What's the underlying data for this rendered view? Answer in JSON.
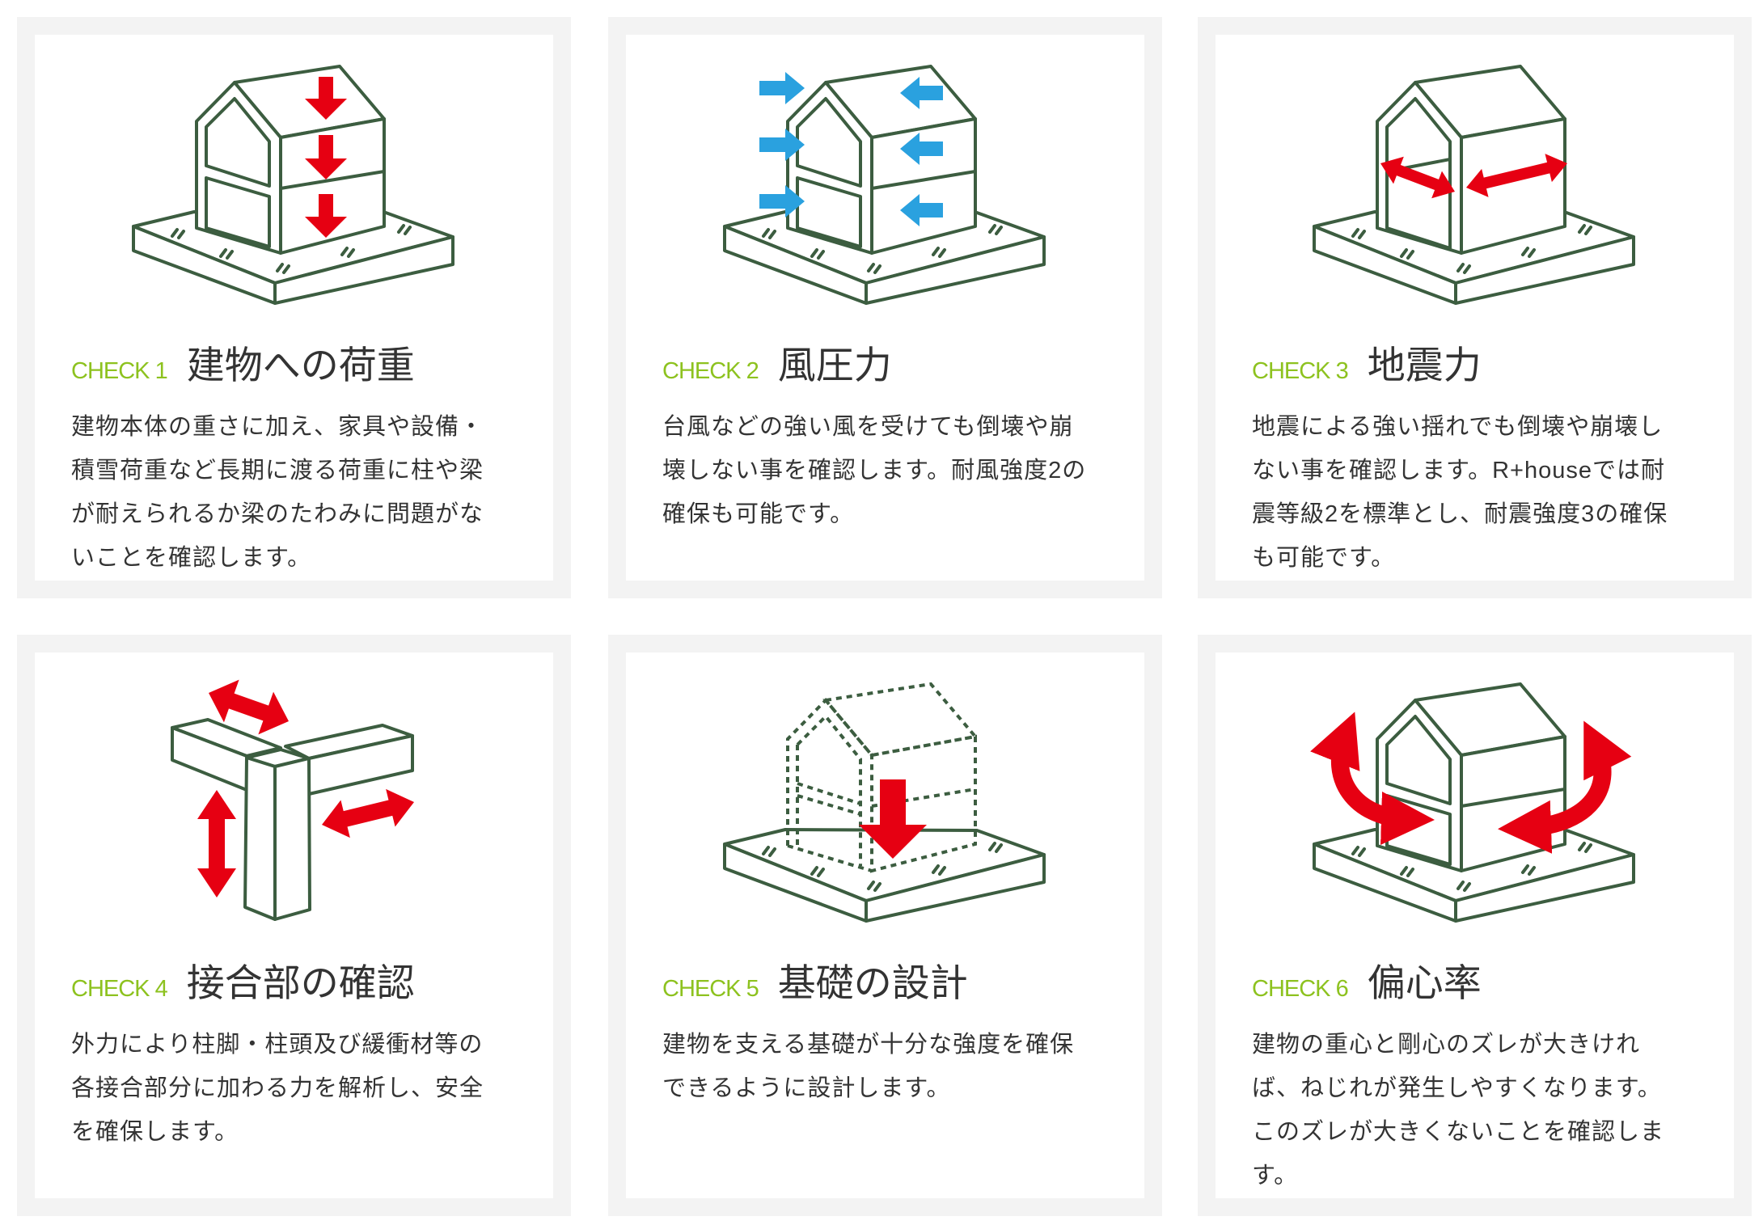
{
  "colors": {
    "accent_green": "#8dc21f",
    "text": "#333333",
    "card_border": "#f3f3f3",
    "line_green": "#3c5d40",
    "arrow_red": "#e60012",
    "arrow_blue": "#2aa1df"
  },
  "cards": [
    {
      "check": "CHECK 1",
      "title": "建物への荷重",
      "icon": "house-vertical-load-illustration",
      "body": [
        "建物本体の重さに加え、家具や設備・",
        "積雪荷重など長期に渡る荷重に柱や梁",
        "が耐えられるか梁のたわみに問題がな",
        "いことを確認します。"
      ]
    },
    {
      "check": "CHECK 2",
      "title": "風圧力",
      "icon": "house-wind-pressure-illustration",
      "body": [
        "台風などの強い風を受けても倒壊や崩",
        "壊しない事を確認します。耐風強度2の",
        "確保も可能です。"
      ]
    },
    {
      "check": "CHECK 3",
      "title": "地震力",
      "icon": "house-seismic-force-illustration",
      "body": [
        "地震による強い揺れでも倒壊や崩壊し",
        "ない事を確認します。R+houseでは耐",
        "震等級2を標準とし、耐震強度3の確保",
        "も可能です。"
      ]
    },
    {
      "check": "CHECK 4",
      "title": "接合部の確認",
      "icon": "beam-joint-illustration",
      "body": [
        "外力により柱脚・柱頭及び緩衝材等の",
        "各接合部分に加わる力を解析し、安全",
        "を確保します。"
      ]
    },
    {
      "check": "CHECK 5",
      "title": "基礎の設計",
      "icon": "foundation-design-illustration",
      "body": [
        "建物を支える基礎が十分な強度を確保",
        "できるように設計します。"
      ]
    },
    {
      "check": "CHECK 6",
      "title": "偏心率",
      "icon": "house-eccentricity-illustration",
      "body": [
        "建物の重心と剛心のズレが大きけれ",
        "ば、ねじれが発生しやすくなります。",
        "このズレが大きくないことを確認しま",
        "す。"
      ]
    }
  ]
}
